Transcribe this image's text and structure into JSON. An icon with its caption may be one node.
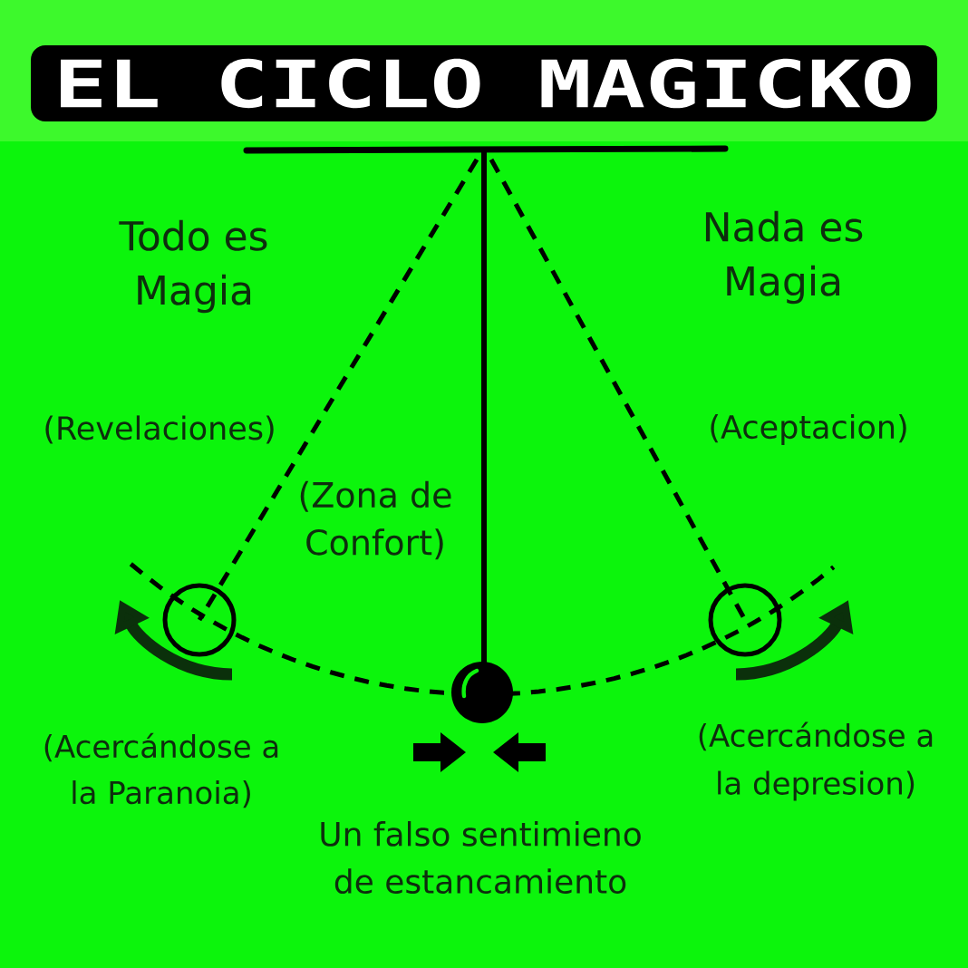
{
  "diagram": {
    "title": "EL CICLO MAGICKO",
    "labels": [
      "Todo es Magia",
      "Nada es Magia",
      "(Revelaciones)",
      "(Aceptacion)",
      "(Zona de Confort)",
      "(Acercándose a la Paranoia)",
      "(Acercándose a la depresion)",
      "Un falso sentimieno de estancamiento"
    ]
  }
}
